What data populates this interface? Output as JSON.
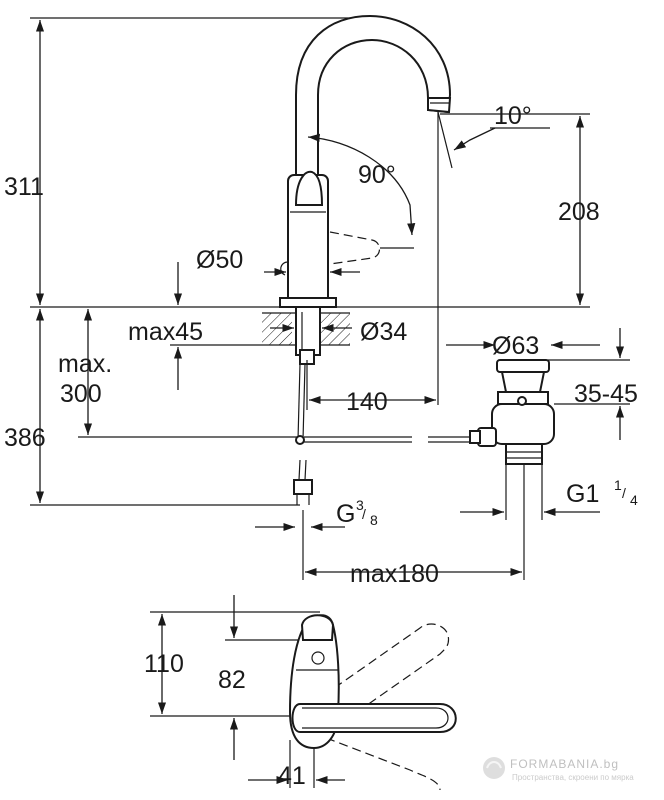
{
  "dimensions": {
    "height_total": "311",
    "angle_spout": "10°",
    "angle_lever": "90°",
    "height_outlet": "208",
    "diameter_base": "Ø50",
    "max_thickness": "max45",
    "diameter_hole": "Ø34",
    "max_hose_label_1": "max.",
    "max_hose_label_2": "300",
    "diameter_waste": "Ø63",
    "reach": "140",
    "waste_range": "35-45",
    "depth_below": "386",
    "thread_supply": "G",
    "thread_supply_num": "3",
    "thread_supply_den": "8",
    "thread_waste": "G1",
    "thread_waste_num": "1",
    "thread_waste_den": "4",
    "max_waste_offset": "max180",
    "plan_depth": "110",
    "plan_lever": "82",
    "plan_offset": "41"
  },
  "watermark": {
    "brand": "FORMABANIA.bg",
    "tagline": "Пространства, скроени по мярка"
  }
}
